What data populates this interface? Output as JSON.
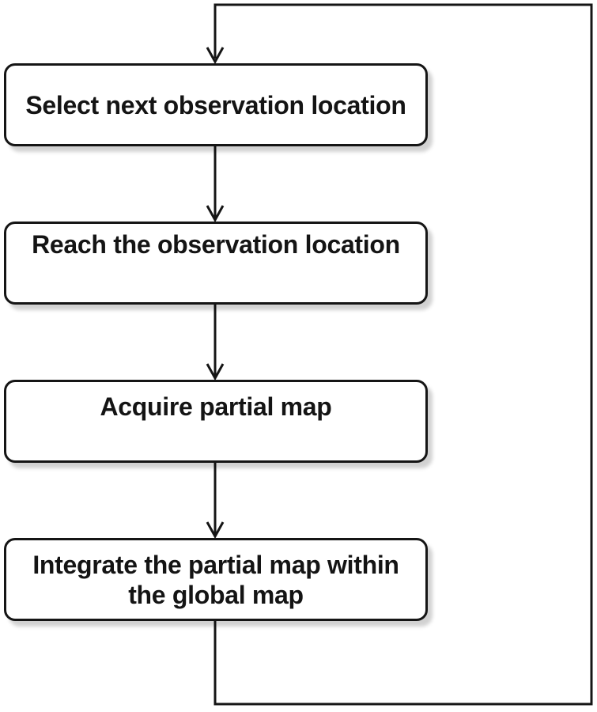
{
  "steps": [
    {
      "label": "Select next observation location"
    },
    {
      "label": "Reach the observation location"
    },
    {
      "label": "Acquire partial map"
    },
    {
      "label": "Integrate the partial map within the global map"
    }
  ],
  "colors": {
    "stroke": "#151515",
    "box_fill": "#ffffff",
    "text": "#141414"
  }
}
